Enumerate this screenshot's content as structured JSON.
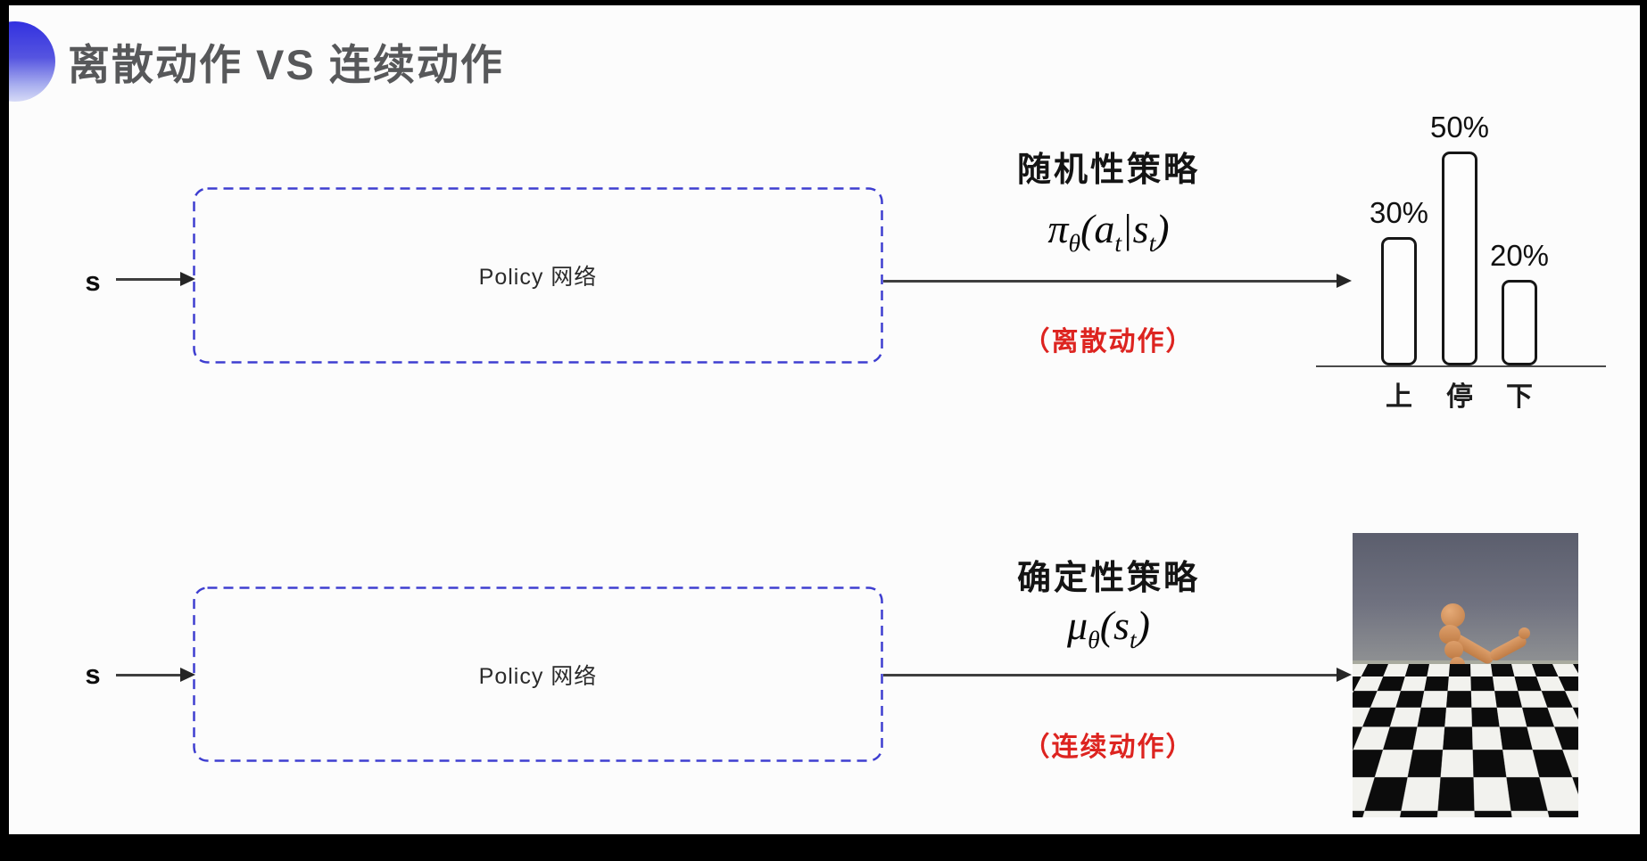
{
  "title": "离散动作 VS 连续动作",
  "discrete_row": {
    "input_label": "s",
    "box_label": "Policy 网络",
    "policy_type": "随机性策略",
    "formula": {
      "lead": "π",
      "lead_sub": "θ",
      "seg2": "(a",
      "seg2_sub": "t",
      "seg3": "|s",
      "seg3_sub": "t",
      "seg4": ")"
    },
    "action_note": "（离散动作）"
  },
  "continuous_row": {
    "input_label": "s",
    "box_label": "Policy 网络",
    "policy_type": "确定性策略",
    "formula": {
      "lead": "μ",
      "lead_sub": "θ",
      "seg2": "(s",
      "seg2_sub": "t",
      "seg4": ")"
    },
    "action_note": "（连续动作）",
    "sim_image_desc": "mujoco-humanoid-robot-on-checkerboard-floor"
  },
  "chart_data": {
    "type": "bar",
    "title": "",
    "categories": [
      "上",
      "停",
      "下"
    ],
    "values": [
      30,
      50,
      20
    ],
    "value_labels": [
      "30%",
      "50%",
      "20%"
    ],
    "xlabel": "",
    "ylabel": "",
    "ylim": [
      0,
      55
    ],
    "grid": false,
    "legend": false
  },
  "colors": {
    "accent_blue": "#3e3ed0",
    "note_red": "#dd2420",
    "title_gray": "#57585a",
    "ink": "#141414",
    "slide_bg": "#fcfcfc",
    "frame_black": "#000000"
  }
}
